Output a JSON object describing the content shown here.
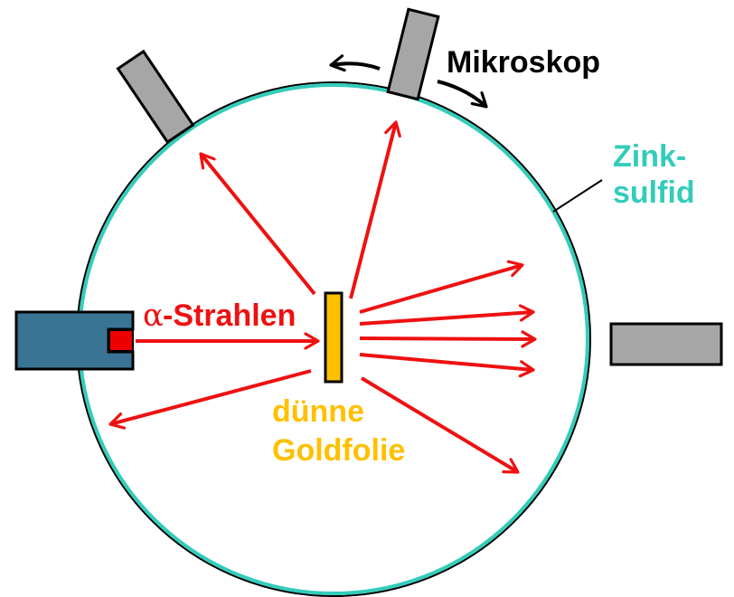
{
  "labels": {
    "microscope": "Mikroskop",
    "screen_line1": "Zink-",
    "screen_line2": "sulfid",
    "alpha_symbol": "α",
    "rays": "-Strahlen",
    "foil_line1": "dünne",
    "foil_line2": "Goldfolie"
  },
  "colors": {
    "screen": "#33CCBB",
    "rays": "#EE1111",
    "foil": "#FFC000",
    "source_body": "#3A7495",
    "source_tip": "#EE0000",
    "microscope": "#A6A6A6",
    "outline": "#000000",
    "screen_text": "#33CCBB",
    "foil_text": "#FFC000"
  }
}
